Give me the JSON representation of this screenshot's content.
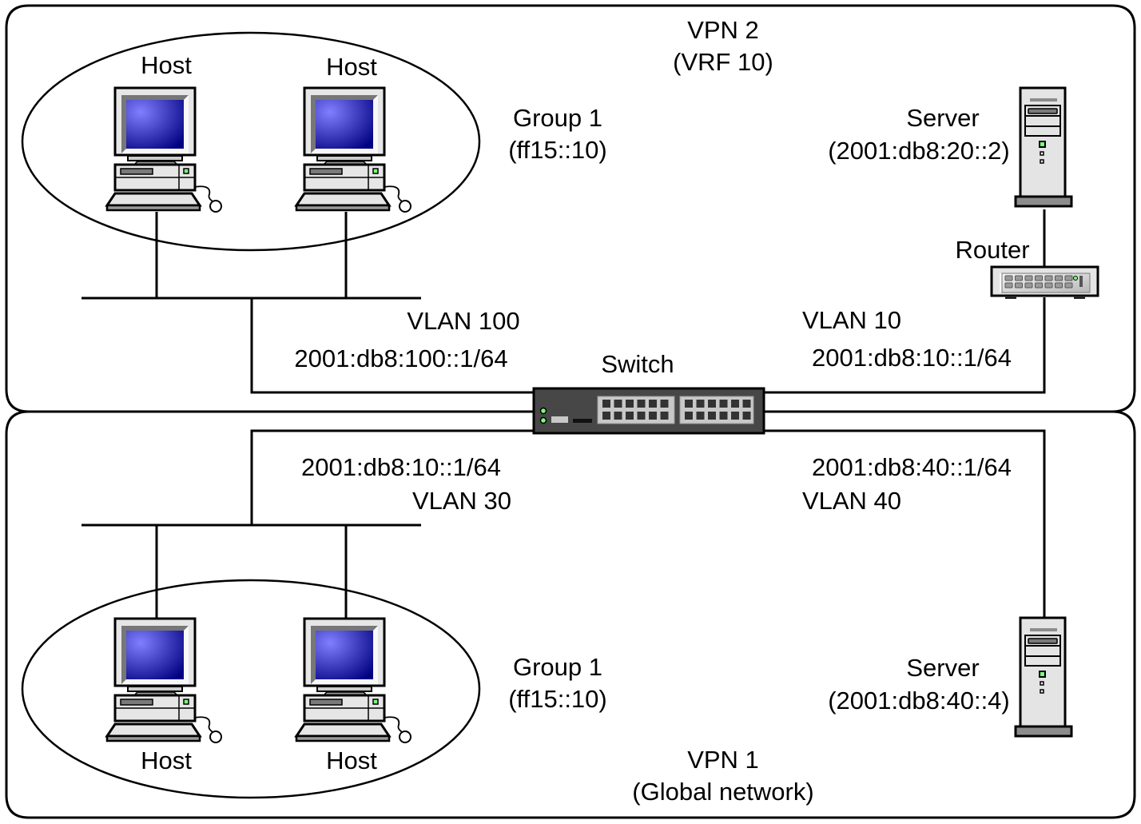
{
  "regions": {
    "vpn2": {
      "title": "VPN 2",
      "subtitle": "(VRF 10)"
    },
    "vpn1": {
      "title": "VPN 1",
      "subtitle": "(Global network)"
    }
  },
  "groups": {
    "top": {
      "name": "Group 1",
      "address": "(ff15::10)"
    },
    "bottom": {
      "name": "Group 1",
      "address": "(ff15::10)"
    }
  },
  "hosts": {
    "top_left": "Host",
    "top_right": "Host",
    "bottom_left": "Host",
    "bottom_right": "Host"
  },
  "servers": {
    "top": {
      "name": "Server",
      "address": "(2001:db8:20::2)"
    },
    "bottom": {
      "name": "Server",
      "address": "(2001:db8:40::4)"
    }
  },
  "router": {
    "name": "Router"
  },
  "switch": {
    "name": "Switch"
  },
  "vlans": {
    "vlan100": {
      "name": "VLAN 100",
      "address": "2001:db8:100::1/64"
    },
    "vlan10": {
      "name": "VLAN 10",
      "address": "2001:db8:10::1/64"
    },
    "vlan30": {
      "name": "VLAN 30",
      "address": "2001:db8:10::1/64"
    },
    "vlan40": {
      "name": "VLAN 40",
      "address": "2001:db8:40::1/64"
    }
  },
  "colors": {
    "screen_light": "#7f7fff",
    "screen_dark": "#000080",
    "device_body": "#e4e4e4",
    "device_shadow": "#8c8c8c",
    "switch_body": "#474747",
    "port_panel": "#c8c8c8",
    "led_green": "#7cff7c"
  }
}
